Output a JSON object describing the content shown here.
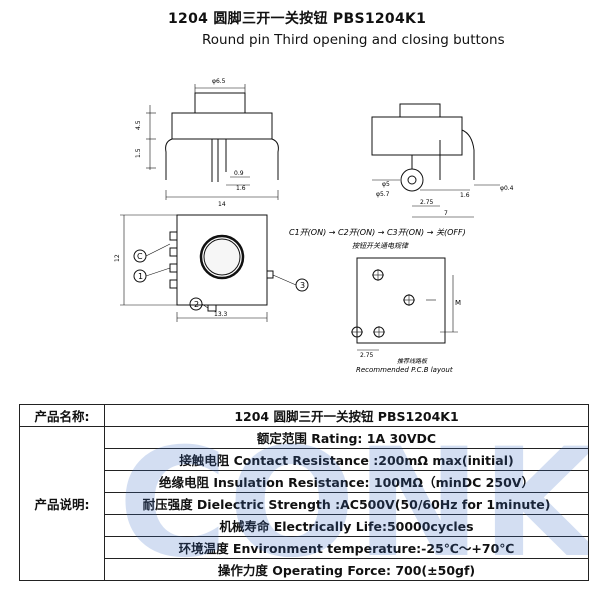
{
  "title": {
    "cn": "1204 圆脚三开一关按钮 PBS1204K1",
    "en": "Round pin Third opening and closing buttons"
  },
  "drawing": {
    "dim_phi_top": "φ6.5",
    "dim_left_1": "4.5",
    "dim_left_2": "1.5",
    "dim_09": "0.9",
    "dim_16": "1.6",
    "dim_14": "14",
    "dim_12": "12",
    "dim_133": "13.3",
    "callout_c": "C",
    "callout_1": "1",
    "callout_2": "2",
    "callout_3": "3",
    "dim_phi5": "φ5",
    "dim_phi57": "φ5.7",
    "dim_16b": "1.6",
    "dim_phi04": "φ0.4",
    "dim_275": "2.75",
    "dim_7": "7",
    "sequence": "C1开(ON) → C2开(ON) → C3开(ON) → 关(OFF)",
    "sequence_caption": "按钮开关通电规律",
    "dim_m": "M",
    "dim_275b": "2.75",
    "pcb_cn": "推荐线路板",
    "pcb_en": "Recommended P.C.B layout"
  },
  "table": {
    "name_label": "产品名称:",
    "name_value": "1204 圆脚三开一关按钮 PBS1204K1",
    "desc_label": "产品说明:",
    "rows": [
      "额定范围 Rating:   1A 30VDC",
      "接触电阻 Contact Resistance :200mΩ max(initial)",
      "绝缘电阻 Insulation Resistance: 100MΩ（minDC 250V）",
      "耐压强度 Dielectric Strength :AC500V(50/60Hz for 1minute)",
      "机械寿命 Electrically Life:50000cycles",
      "环境温度 Environment temperature:-25℃～+70℃",
      "操作力度 Operating Force: 700(±50gf)"
    ]
  },
  "watermark_text": "CONK"
}
